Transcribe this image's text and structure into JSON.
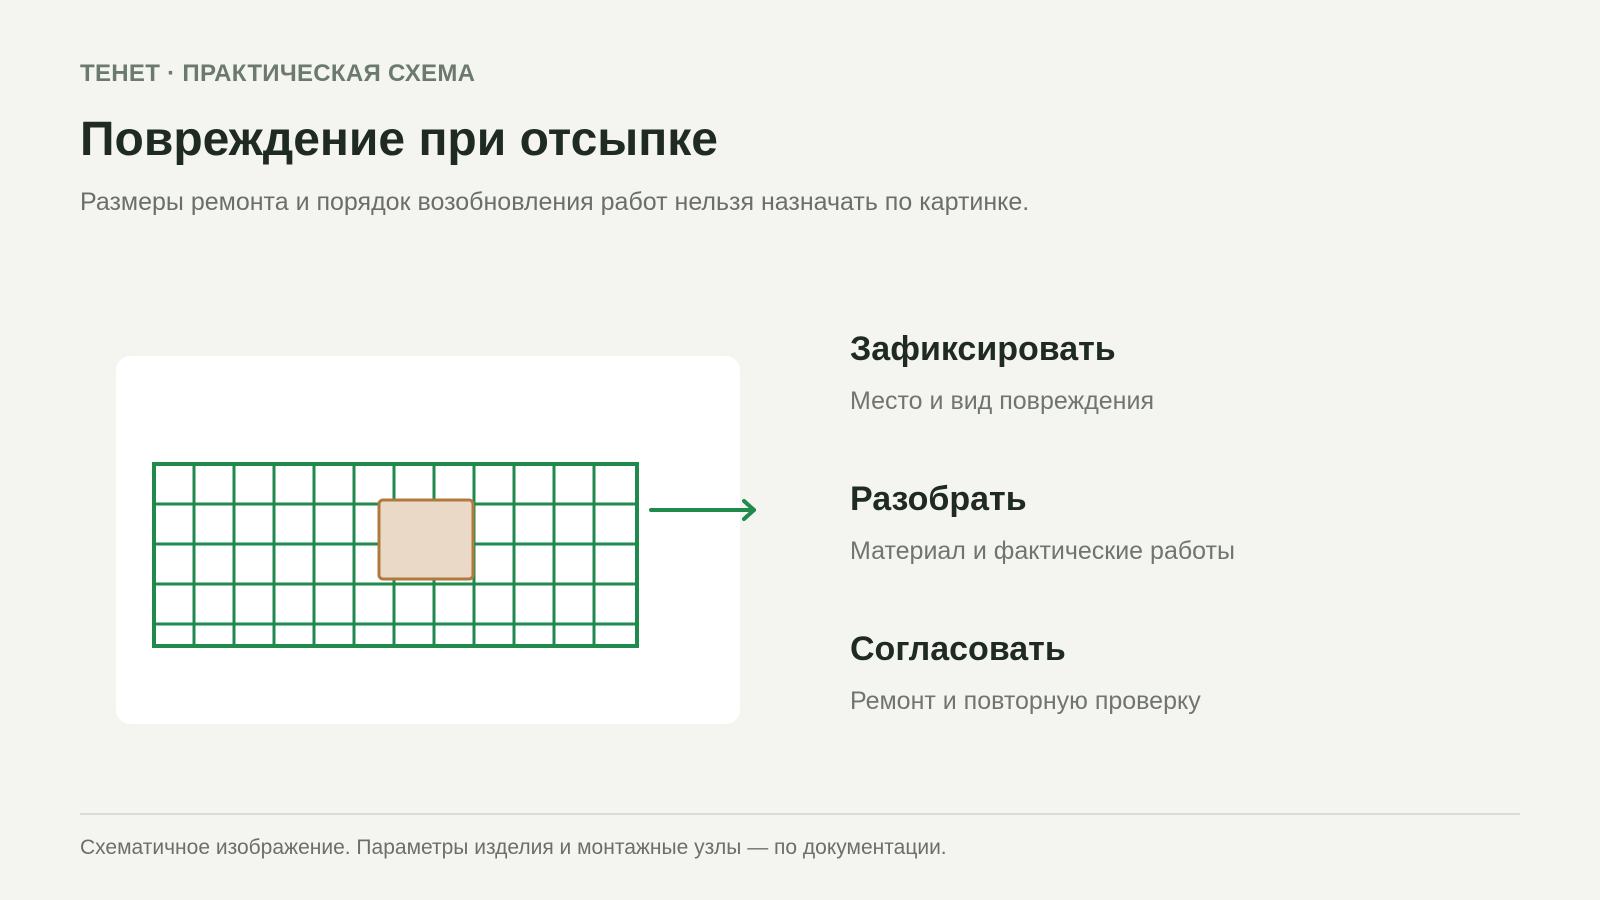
{
  "header": {
    "kicker": "ТЕНЕТ · ПРАКТИЧЕСКАЯ СХЕМА",
    "title": "Повреждение при отсыпке",
    "subtitle": "Размеры ремонта и порядок возобновления работ нельзя назначать по картинке."
  },
  "diagram": {
    "grid_columns": 12,
    "grid_rows": 4,
    "grid_color": "#1f8a4c",
    "damage_fill": "#ead9c6",
    "damage_stroke": "#b07a3f",
    "arrow_color": "#1f8a4c"
  },
  "steps": [
    {
      "title": "Зафиксировать",
      "description": "Место и вид повреждения"
    },
    {
      "title": "Разобрать",
      "description": "Материал и фактические работы"
    },
    {
      "title": "Согласовать",
      "description": "Ремонт и повторную проверку"
    }
  ],
  "footer": {
    "note": "Схематичное изображение. Параметры изделия и монтажные узлы — по документации."
  }
}
